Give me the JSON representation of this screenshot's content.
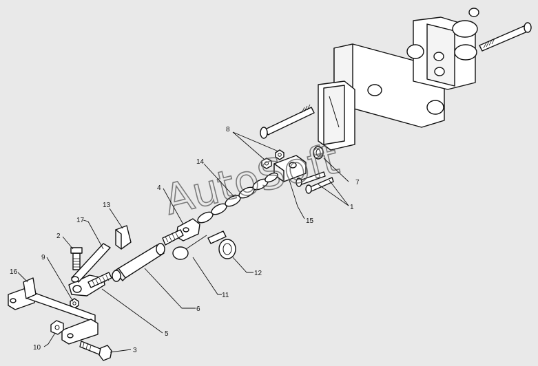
{
  "callouts": [
    "1",
    "2",
    "3",
    "4",
    "5",
    "6",
    "7",
    "8",
    "9",
    "10",
    "11",
    "12",
    "13",
    "14",
    "15",
    "16",
    "17"
  ],
  "watermark": "AutoSoft"
}
